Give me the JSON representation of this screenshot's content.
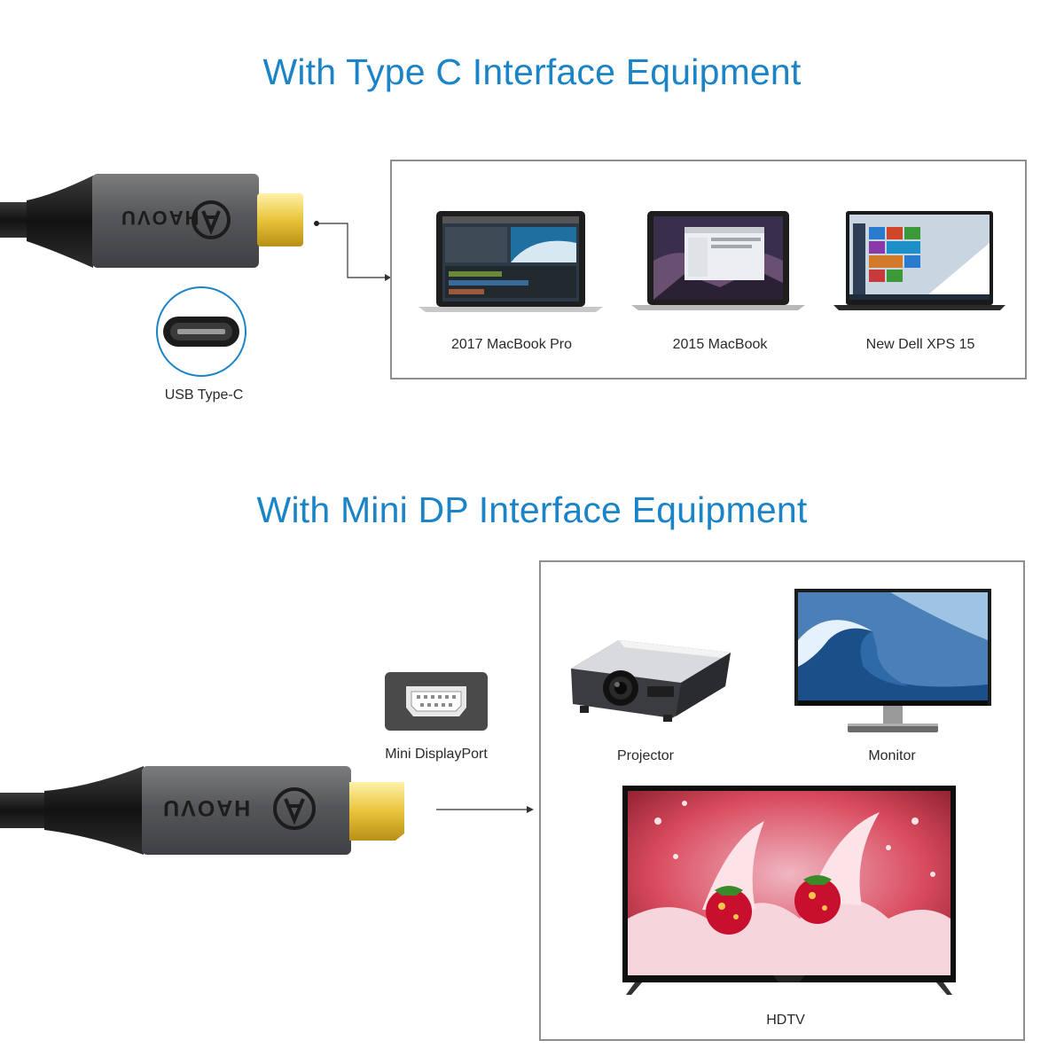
{
  "headings": {
    "type_c": "With Type C Interface Equipment",
    "mini_dp": "With Mini DP Interface Equipment"
  },
  "brand": {
    "logo_text": "HAOVU"
  },
  "type_c_section": {
    "port_label": "USB Type-C",
    "devices": [
      {
        "label": "2017 MacBook Pro",
        "icon": "laptop-icon"
      },
      {
        "label": "2015 MacBook",
        "icon": "laptop-icon"
      },
      {
        "label": "New Dell XPS 15",
        "icon": "laptop-icon"
      }
    ]
  },
  "mini_dp_section": {
    "port_label": "Mini DisplayPort",
    "devices": [
      {
        "label": "Projector",
        "icon": "projector-icon"
      },
      {
        "label": "Monitor",
        "icon": "monitor-icon"
      },
      {
        "label": "HDTV",
        "icon": "tv-icon"
      }
    ]
  },
  "colors": {
    "heading": "#1a84c7",
    "connector_gold": "#e9c43a",
    "cable_gray": "#5a5c5e"
  }
}
